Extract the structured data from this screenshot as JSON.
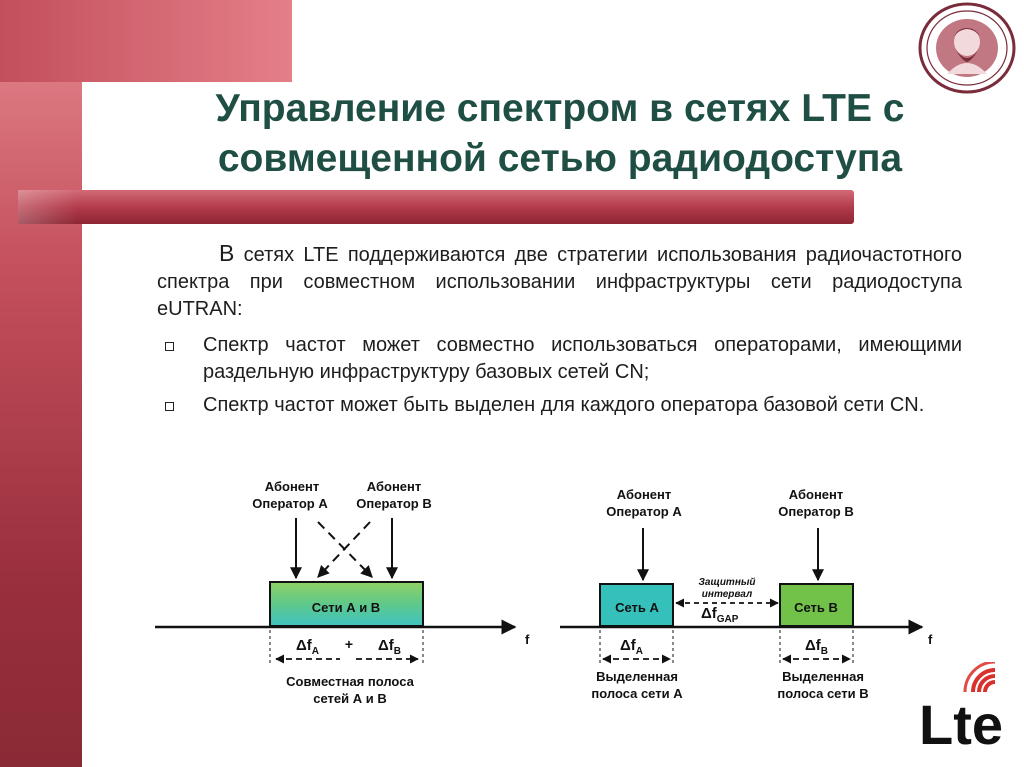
{
  "slide": {
    "title_line1": "Управление спектром в сетях LTE с",
    "title_line2": "совмещенной сетью радиодоступа",
    "intro_first": "В",
    "intro_rest": " сетях LTE поддерживаются две стратегии использования радиочастотного спектра при совместном использовании инфраструктуры сети радиодоступа eUTRAN:",
    "bullets": [
      "Спектр частот может совместно использоваться операторами, имеющими раздельную инфраструктуру базовых сетей CN;",
      "Спектр частот может быть выделен для каждого оператора базовой сети CN."
    ]
  },
  "left_diagram": {
    "subscriber_a_line1": "Абонент",
    "subscriber_a_line2": "Оператор А",
    "subscriber_b_line1": "Абонент",
    "subscriber_b_line2": "Оператор В",
    "box_label": "Сети А и В",
    "delta_fa": "Δf",
    "delta_fa_sub": "A",
    "plus": "+",
    "delta_fb": "Δf",
    "delta_fb_sub": "B",
    "band_line1": "Совместная полоса",
    "band_line2": "сетей А и В",
    "axis_label": "f"
  },
  "right_diagram": {
    "subscriber_a_line1": "Абонент",
    "subscriber_a_line2": "Оператор А",
    "subscriber_b_line1": "Абонент",
    "subscriber_b_line2": "Оператор В",
    "box_a_label": "Сеть А",
    "box_b_label": "Сеть В",
    "gap_line1": "Защитный",
    "gap_line2": "интервал",
    "delta_gap": "Δf",
    "delta_gap_sub": "GAP",
    "delta_fa": "Δf",
    "delta_fa_sub": "A",
    "delta_fb": "Δf",
    "delta_fb_sub": "B",
    "band_a_line1": "Выделенная",
    "band_a_line2": "полоса сети А",
    "band_b_line1": "Выделенная",
    "band_b_line2": "полоса сети В",
    "axis_label": "f"
  },
  "logos": {
    "lte_logo_text": "Lte"
  },
  "colors": {
    "accent_red": "#b33c4b",
    "title_green": "#1f4e44",
    "box_green": "#72c24a",
    "box_teal": "#35c0bc"
  }
}
